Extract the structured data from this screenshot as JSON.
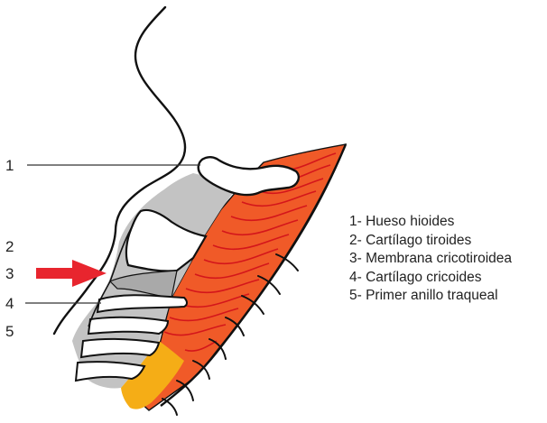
{
  "figure": {
    "callouts": [
      {
        "number": "1"
      },
      {
        "number": "2"
      },
      {
        "number": "3"
      },
      {
        "number": "4"
      },
      {
        "number": "5"
      }
    ],
    "legend": [
      "1- Hueso hioides",
      "2- Cartílago tiroides",
      "3- Membrana cricotiroidea",
      "4- Cartílago cricoides",
      "5- Primer anillo traqueal"
    ],
    "colors": {
      "muscle": "#f05a28",
      "muscle_lines": "#d4161b",
      "arrow": "#e8252e",
      "cartilage_gray": "#c3c3c3",
      "yellow_tissue": "#f5ad16",
      "outline": "#111111"
    }
  }
}
